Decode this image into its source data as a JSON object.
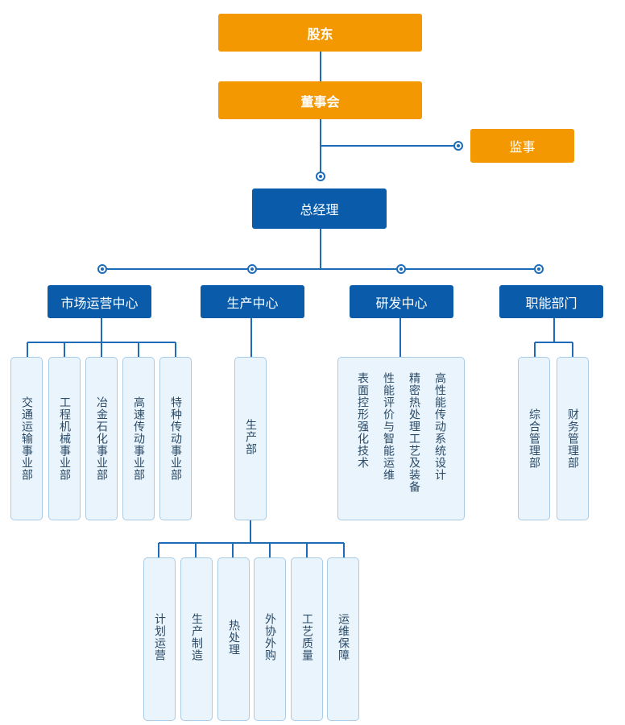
{
  "top": {
    "shareholders": "股东",
    "board": "董事会",
    "supervisor": "监事",
    "gm": "总经理"
  },
  "centers": [
    {
      "label": "市场运营中心",
      "children": [
        "交通运输事业部",
        "工程机械事业部",
        "冶金石化事业部",
        "高速传动事业部",
        "特种传动事业部"
      ]
    },
    {
      "label": "生产中心",
      "children": [
        "生产部"
      ]
    },
    {
      "label": "研发中心",
      "children": [
        "高性能传动系统设计",
        "精密热处理工艺及装备",
        "性能评价与智能运维",
        "表面控形强化技术"
      ]
    },
    {
      "label": "职能部门",
      "children": [
        "综合管理部",
        "财务管理部"
      ]
    }
  ],
  "production_units": [
    "计划运营",
    "生产制造",
    "热处理",
    "外协外购",
    "工艺质量",
    "运维保障"
  ],
  "colors": {
    "orange": "#f39800",
    "blue": "#0a5cab",
    "line": "#1e6bb8",
    "leaf_bg": "#e9f4fd",
    "leaf_border": "#a9cbe6"
  }
}
